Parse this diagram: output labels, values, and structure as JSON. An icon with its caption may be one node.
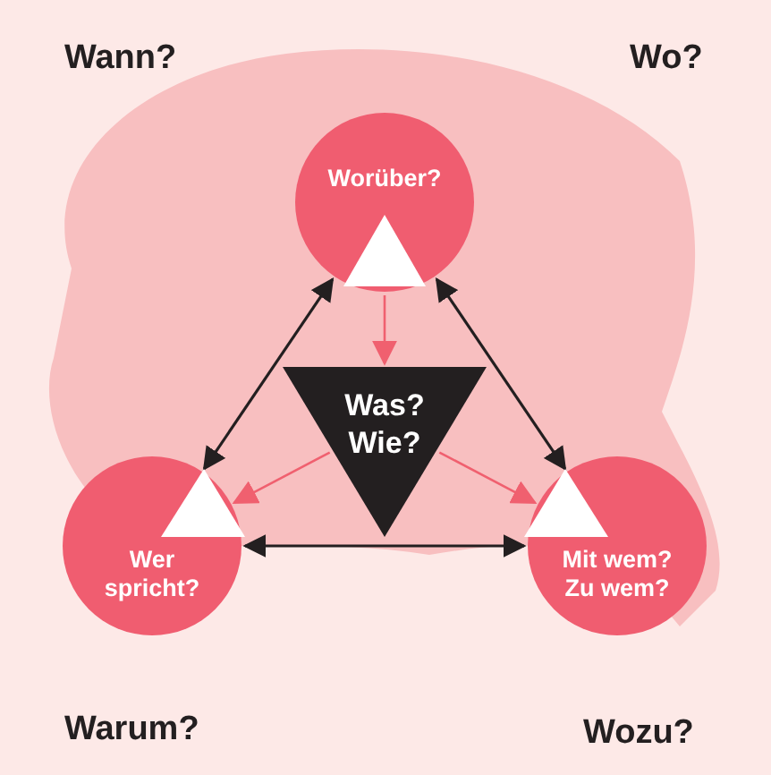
{
  "diagram": {
    "nodes": [
      {
        "text": [
          "Worüber?"
        ]
      },
      {
        "text": [
          "Was? Wie?"
        ]
      },
      {
        "text": [
          "Wer spricht?"
        ]
      },
      {
        "text": [
          "Mit wem? Zu wem?"
        ]
      }
    ],
    "edges": [
      {
        "from": 0,
        "to": 2,
        "arrow": "both"
      },
      {
        "from": 0,
        "to": 3,
        "arrow": "both"
      },
      {
        "from": 2,
        "to": 3,
        "arrow": "both"
      },
      {
        "from": 0,
        "to": 1,
        "arrow": "to",
        "color": "#f0606f"
      },
      {
        "from": 1,
        "to": 2,
        "arrow": "to",
        "color": "#f0606f"
      },
      {
        "from": 1,
        "to": 3,
        "arrow": "to",
        "color": "#f0606f"
      }
    ],
    "labels": [
      "Wann?",
      "Wo?",
      "Warum?",
      "Wozu?"
    ]
  }
}
